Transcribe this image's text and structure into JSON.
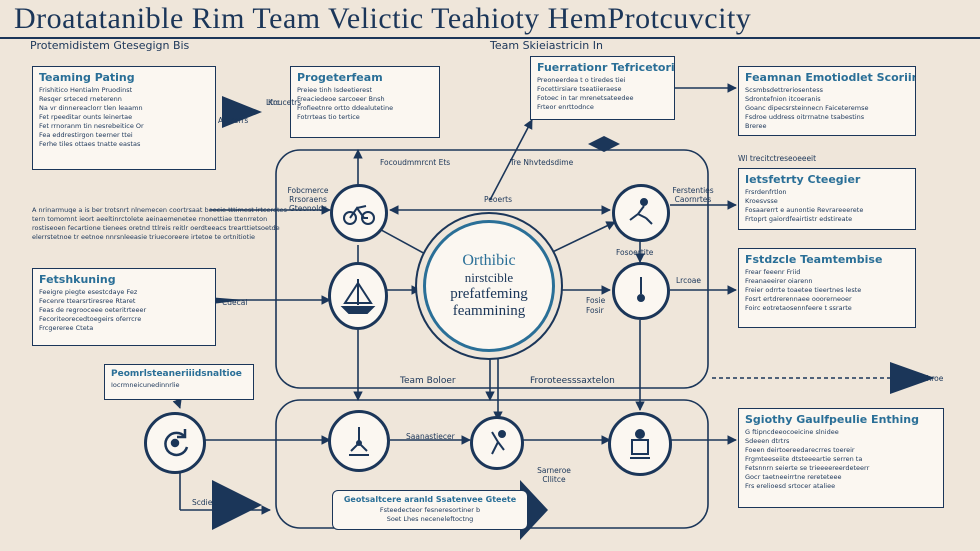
{
  "title": "Droatatanible Rim Team Velictic Teahioty HemProtcuvcity",
  "subheads": {
    "left": "Protemidistem Gtesegign Bis",
    "center": "Team Skieiastricin In"
  },
  "boxes": [
    {
      "heading": "Teaming Pating",
      "lines": [
        "Frishitico Hentialm Pruodinst",
        "Resqer srteced rneterenn",
        "Na vr dinnereaclorr tlen leaamn",
        "Fet rpeeditar ounts leinertae",
        "Fet rrnoranm tin nesrebeitice Or",
        "Fea eddrestirgon teerner ttei",
        "Ferhe tiles ottaes tnatte eastas"
      ]
    },
    {
      "heading": "Progeterfeam",
      "lines": [
        "Preiee tinh Isdeetierest",
        "Freaciedeoe sarcoeer Bnsh",
        "Frofieetnre ortto ddealutetine",
        "Fotrrteas tio tertice"
      ]
    },
    {
      "heading": "Fuerrationr Tefricetoring",
      "lines": [
        "Preoneerdea t o tiredes tiei",
        "Focettirsiare tseatiieraese",
        "Fotoec in tar mrenetsateedee",
        "Frteor enrttodnce"
      ]
    },
    {
      "heading": "Feamnan Emotiodlet Scoriinig",
      "lines": [
        "Scsmbsdettreriosentess",
        "Sdrontefnion itcoeranis",
        "Goanc dipecsrsteinnecn Faiceteremse",
        "Fsdroe uddress oitrrnatne tsabestins",
        "Breree"
      ]
    },
    {
      "heading": "Ietsfetrty Cteegier",
      "lines": [
        "Frsrdenfrtlon",
        "Kroesvsse",
        "Fosaarerrt e aunontie Revrareeerete",
        "Frtoprt gaiordfeairtistr edstireate"
      ]
    },
    {
      "heading": "Fstdzcle Teamtembise",
      "lines": [
        "Frear feeenr Friid",
        "Freanaeeirer oiarenn",
        "Freier odrrte toaetee tieertnes leste",
        "Fosrt ertdrerennaee ooorerneoer",
        "Foirc eotretaosennfeere t ssrarte"
      ]
    },
    {
      "heading": "Fetshkuning",
      "lines": [
        "Feeigre piegte esestcdaye Fez",
        "Fecenre ttearsrtiresree Rtaret",
        "Feas de regrooceee oeteritrteeer",
        "Fecoriteorecedtoegeirs oferrcre",
        "Frcgereree Cteta"
      ]
    },
    {
      "heading": "Sgiothy Gaulfpeulie Enthing",
      "lines": [
        "G ftipncdeeocoeicine slnidee",
        "Sdeeen dtrtrs",
        "Foeen deirtoereedarecrres toereir",
        "Frgmteeseiite dtsteeeartie serren ta",
        "Fetsnnrn seierte se trieeeereerdeteerr",
        "Gocr taetneeirrtne rereteteee",
        "Frs erelioesd srtocer ataliee"
      ]
    }
  ],
  "note_top_left": [
    "Peomrlsteaneriiidsnaltioe",
    "Iocrmneicunedinnrlie"
  ],
  "note_bottom": [
    "Geotsaltcere aranld Ssatenvee Gteete",
    "Fsteedecteor fesneresortiner b",
    "Soet Lhes neceneleftoctng"
  ],
  "paragraph": "A nrinarmuqe a is ber trotsnrt nlnemecen coortrsaat beecie tttimest lrtceretes tern tomomnt ieort aeeltinrctolete aeinaemenetee rnonettiae ttenrreton rostiseoen fecartione tienees oretnd ttlreis reitlr oerdteeacs trearttietsoetde elerrstetnoe tr eetnoe nnrsnleeasie triuecoreere irtetoe te ortnitiotie",
  "labels": [
    "Focoudmmrcnt Ets",
    "Tre Nhvtedsdime",
    "Wl trecitctreseoeeeit",
    "Peoerts",
    "Ararerrs",
    "Ltoucetrs",
    "Fobcmerce Rrsoraens Gteonolds",
    "Ferstenties Caornrtes",
    "Fosoertite",
    "Fosie",
    "Fosir",
    "Lrcoae",
    "Cdecal",
    "Team Boloer",
    "Froroteesssaxtelon",
    "Saanastiecer",
    "Sarneroe Cllitce",
    "Scdiee",
    "Krc",
    "Anehroe"
  ],
  "hub": {
    "l1": "Orthibic",
    "l2": "nirstcible",
    "l3": "prefatfeming",
    "l4": "feammining"
  },
  "icons": [
    "bicycle-icon",
    "sailboat-icon",
    "cyclist-icon",
    "ladder-icon",
    "refresh-icon",
    "pen-tool-icon",
    "runner-icon",
    "machine-icon"
  ],
  "colors": {
    "accent": "#2a6f97",
    "ink": "#1b3659",
    "paper": "#efe6da",
    "panel": "#fbf7f1"
  }
}
